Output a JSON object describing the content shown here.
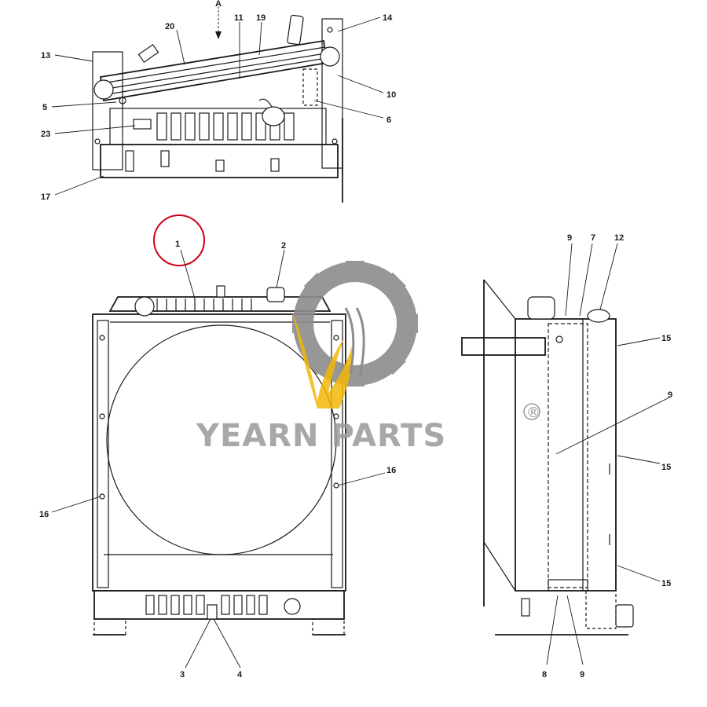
{
  "top_view": {
    "view_arrow_label": "A",
    "callouts": [
      "20",
      "11",
      "19",
      "14",
      "13",
      "10",
      "5",
      "6",
      "23",
      "17"
    ]
  },
  "front_view": {
    "callouts": [
      "1",
      "2",
      "16",
      "16",
      "3",
      "4"
    ],
    "highlight_color": "#d0021b"
  },
  "side_view": {
    "callouts": [
      "9",
      "7",
      "12",
      "15",
      "9",
      "15",
      "15",
      "8",
      "9"
    ]
  },
  "watermark": {
    "brand_text": "YEARN PARTS",
    "registered_mark": "®",
    "gear_color": "#8c8c8c",
    "flame_color": "#f2b705",
    "text_color": "#9a9a9a"
  }
}
